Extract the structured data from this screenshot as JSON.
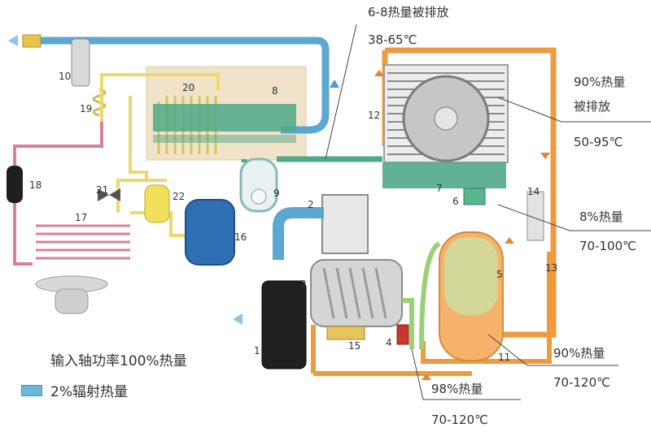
{
  "annotations": {
    "top": "6-8热量被排放",
    "top_temp": "38-65℃",
    "cooler_line1": "90%热量",
    "cooler_line2": "被排放",
    "cooler_temp": "50-95℃",
    "oil_heat": "8%热量",
    "oil_temp": "70-100℃",
    "sep_heat": "90%热量",
    "sep_temp": "70-120℃",
    "bottom_heat": "98%热量",
    "bottom_temp": "70-120℃"
  },
  "legend": {
    "input_power": "输入轴功率100%热量",
    "radiation": "2%辐射热量"
  },
  "part_numbers": [
    "1",
    "2",
    "3",
    "4",
    "5",
    "6",
    "7",
    "8",
    "9",
    "10",
    "11",
    "12",
    "13",
    "14",
    "15",
    "16",
    "17",
    "18",
    "19",
    "20",
    "21",
    "22"
  ],
  "colors": {
    "air_blue": "#5ba7d1",
    "oil_orange": "#ef9a3c",
    "water_green": "#4fa98a",
    "refrig_yellow": "#ecd96c",
    "refrig_pink": "#d97f9a",
    "cooler_grey": "#a9a9a9",
    "panel_beige": "#f1e3c9"
  }
}
